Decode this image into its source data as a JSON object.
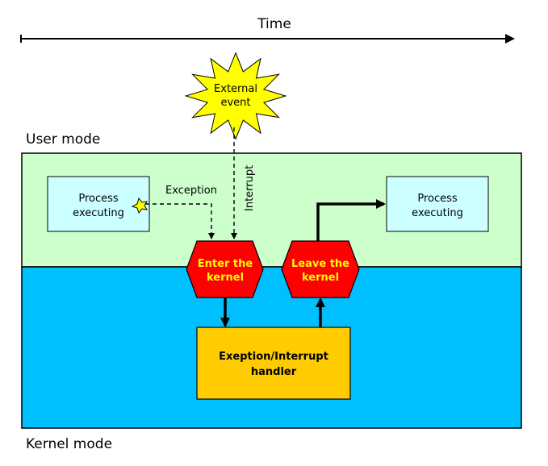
{
  "timeline": {
    "label": "Time"
  },
  "external_event": {
    "line1": "External",
    "line2": "event"
  },
  "user_mode": {
    "label": "User mode"
  },
  "kernel_mode": {
    "label": "Kernel mode"
  },
  "process_left": {
    "line1": "Process",
    "line2": "executing"
  },
  "process_right": {
    "line1": "Process",
    "line2": "executing"
  },
  "exception_label": "Exception",
  "interrupt_label": "Interrupt",
  "enter_kernel": {
    "line1": "Enter the",
    "line2": "kernel"
  },
  "leave_kernel": {
    "line1": "Leave the",
    "line2": "kernel"
  },
  "handler": {
    "line1": "Exeption/Interrupt",
    "line2": "handler"
  },
  "colors": {
    "user_region": "#ccffcc",
    "kernel_region": "#00bfff",
    "process_box": "#ccffff",
    "kernel_octagon": "#ff0000",
    "octagon_text": "#ffff00",
    "handler_box": "#ffcc00",
    "star": "#ffff00"
  }
}
